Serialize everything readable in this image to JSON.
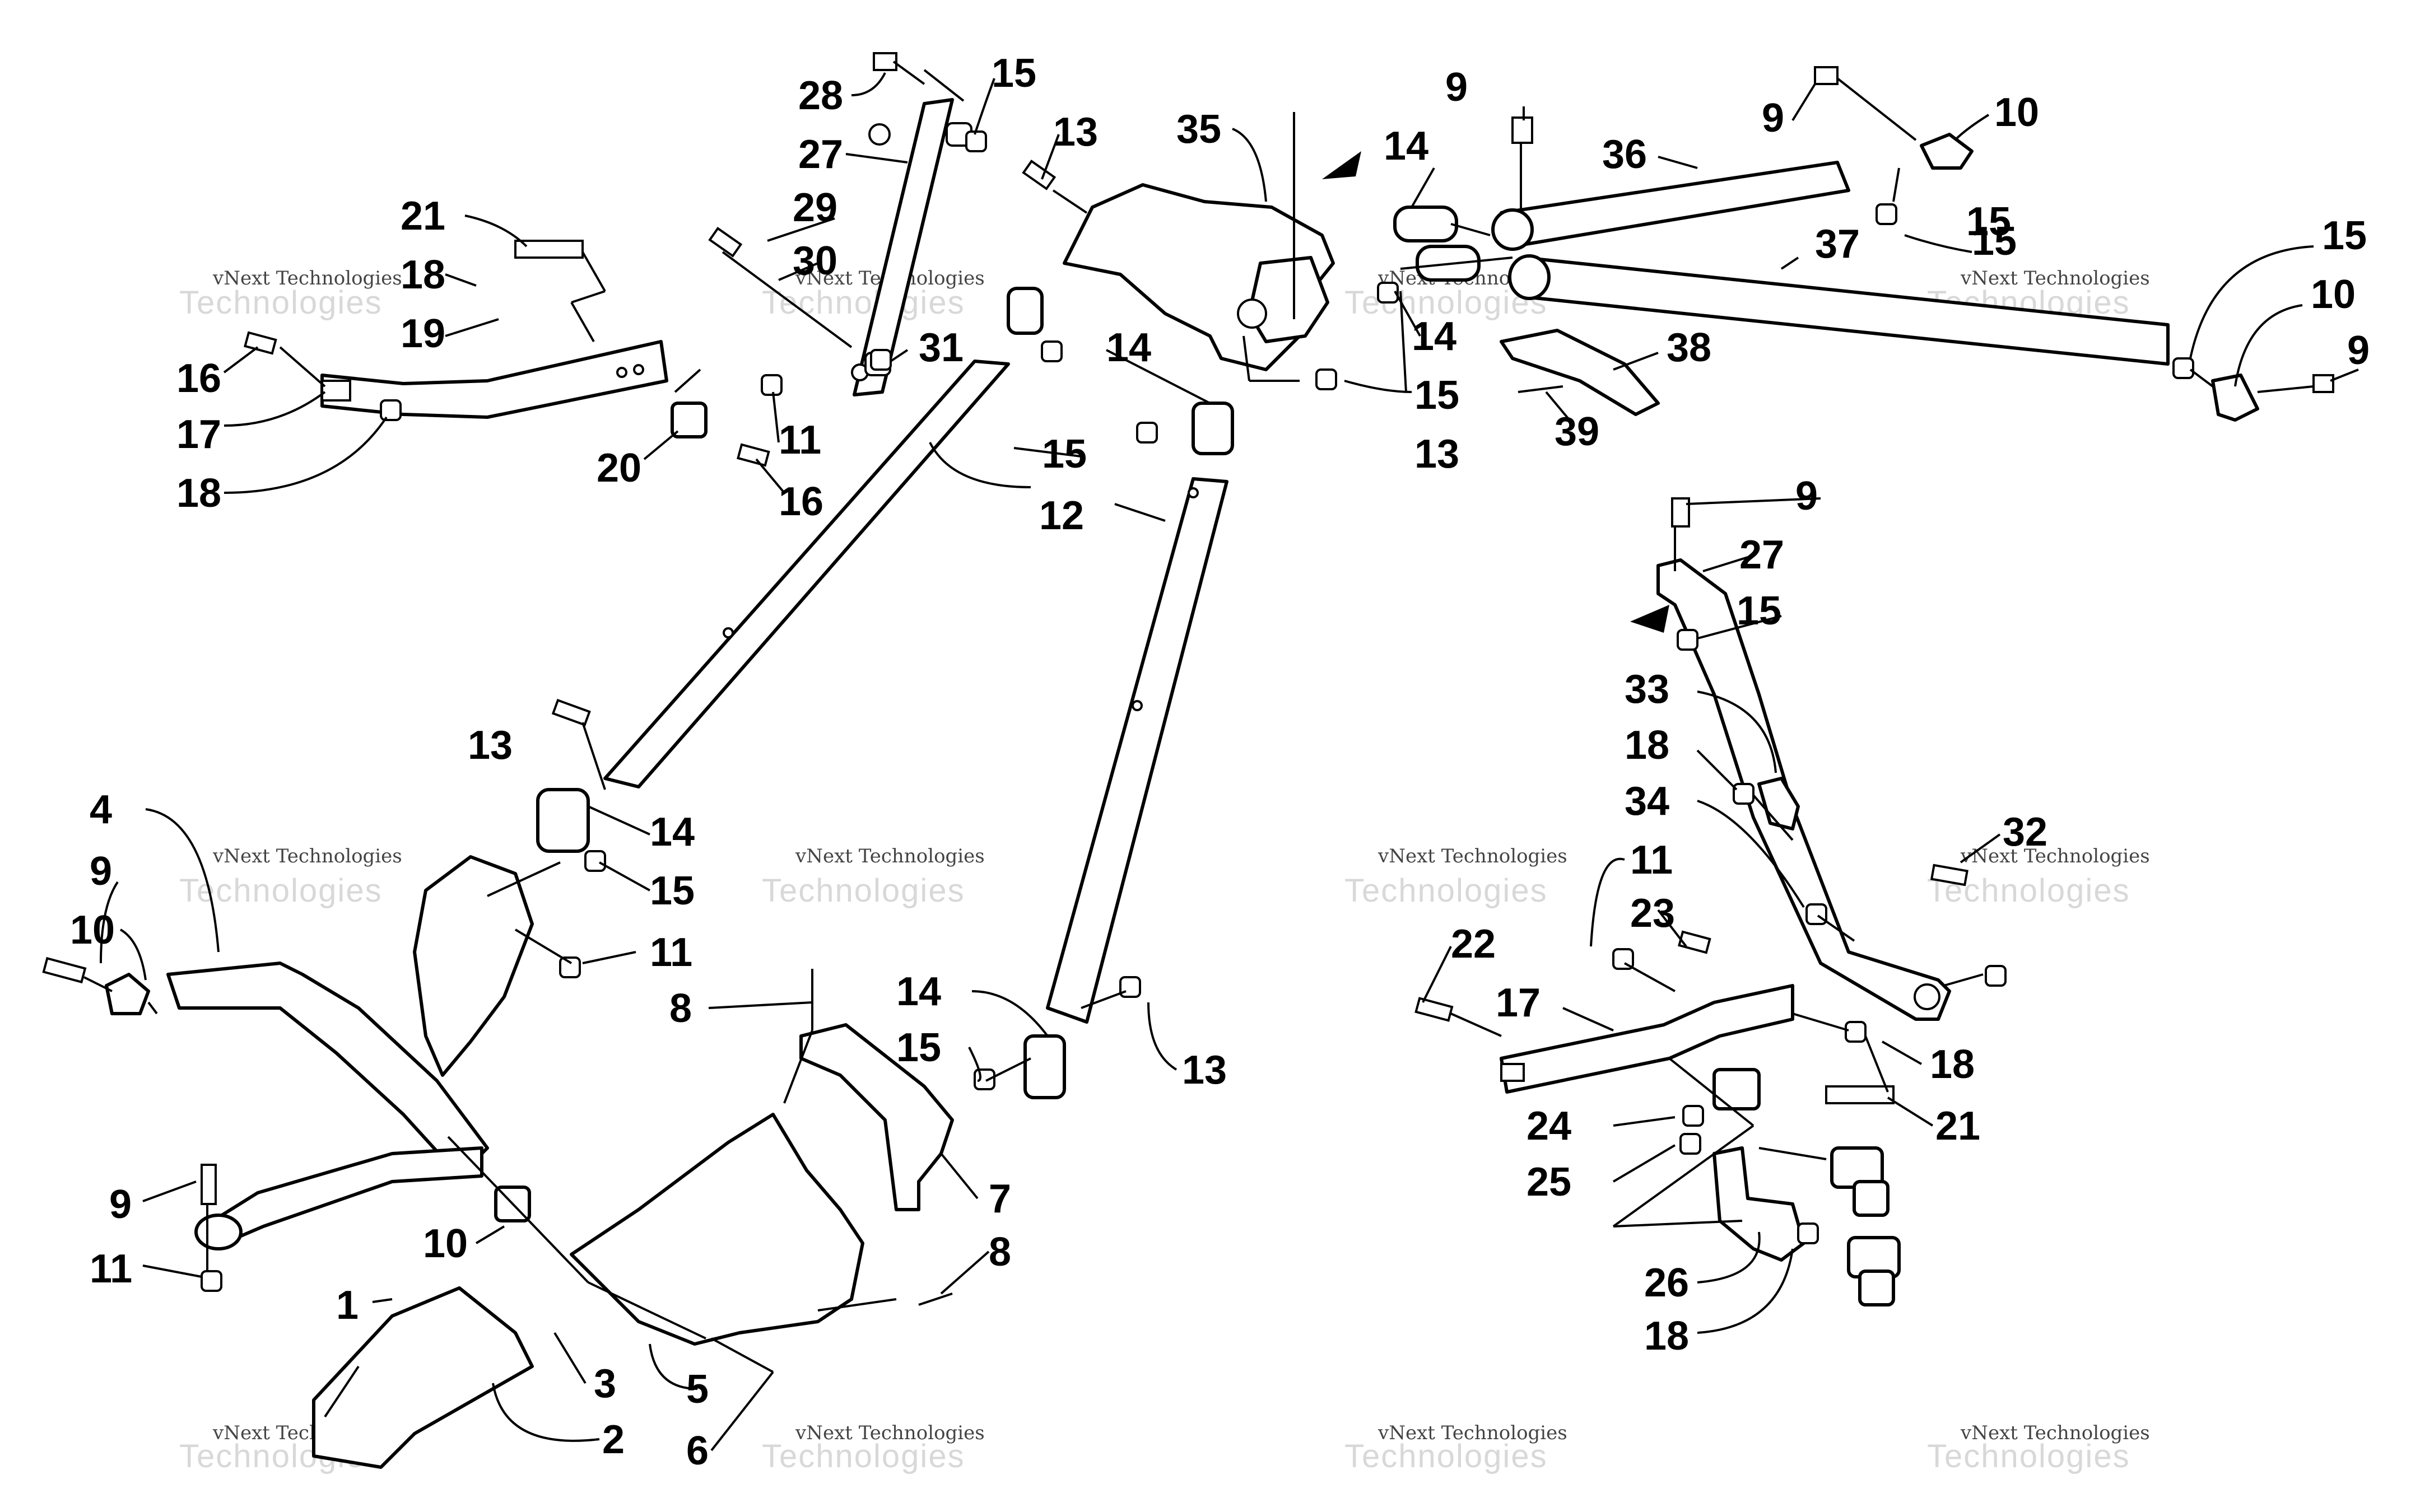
{
  "watermark": {
    "line1": "vNext Technologies",
    "line2": "Technologies",
    "logo": "vNext"
  },
  "callouts": [
    {
      "label": "28"
    },
    {
      "label": "15"
    },
    {
      "label": "27"
    },
    {
      "label": "13"
    },
    {
      "label": "35"
    },
    {
      "label": "14"
    },
    {
      "label": "9"
    },
    {
      "label": "9"
    },
    {
      "label": "10"
    },
    {
      "label": "36"
    },
    {
      "label": "29"
    },
    {
      "label": "30"
    },
    {
      "label": "21"
    },
    {
      "label": "18"
    },
    {
      "label": "19"
    },
    {
      "label": "16"
    },
    {
      "label": "17"
    },
    {
      "label": "18"
    },
    {
      "label": "20"
    },
    {
      "label": "11"
    },
    {
      "label": "16"
    },
    {
      "label": "31"
    },
    {
      "label": "14"
    },
    {
      "label": "15"
    },
    {
      "label": "12"
    },
    {
      "label": "15"
    },
    {
      "label": "13"
    },
    {
      "label": "14"
    },
    {
      "label": "15"
    },
    {
      "label": "37"
    },
    {
      "label": "38"
    },
    {
      "label": "39"
    },
    {
      "label": "15"
    },
    {
      "label": "10"
    },
    {
      "label": "9"
    },
    {
      "label": "9"
    },
    {
      "label": "27"
    },
    {
      "label": "15"
    },
    {
      "label": "33"
    },
    {
      "label": "18"
    },
    {
      "label": "34"
    },
    {
      "label": "32"
    },
    {
      "label": "13"
    },
    {
      "label": "14"
    },
    {
      "label": "15"
    },
    {
      "label": "4"
    },
    {
      "label": "9"
    },
    {
      "label": "10"
    },
    {
      "label": "11"
    },
    {
      "label": "8"
    },
    {
      "label": "14"
    },
    {
      "label": "15"
    },
    {
      "label": "13"
    },
    {
      "label": "11"
    },
    {
      "label": "23"
    },
    {
      "label": "22"
    },
    {
      "label": "17"
    },
    {
      "label": "18"
    },
    {
      "label": "21"
    },
    {
      "label": "7"
    },
    {
      "label": "9"
    },
    {
      "label": "10"
    },
    {
      "label": "11"
    },
    {
      "label": "1"
    },
    {
      "label": "3"
    },
    {
      "label": "5"
    },
    {
      "label": "6"
    },
    {
      "label": "2"
    },
    {
      "label": "8"
    },
    {
      "label": "24"
    },
    {
      "label": "25"
    },
    {
      "label": "26"
    },
    {
      "label": "18"
    },
    {
      "label": "15"
    }
  ]
}
